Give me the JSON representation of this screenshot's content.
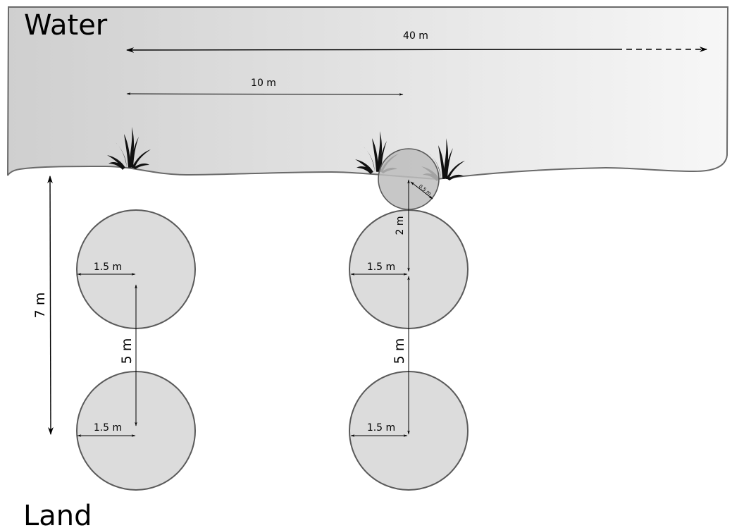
{
  "regions": {
    "water_label": "Water",
    "land_label": "Land"
  },
  "dimensions": {
    "d40": "40 m",
    "d10": "10 m",
    "d7": "7 m",
    "d2": "2 m",
    "d05": "0.5 m",
    "left_top_radius": "1.5 m",
    "left_bottom_radius": "1.5 m",
    "left_spacing": "5 m",
    "right_top_radius": "1.5 m",
    "right_bottom_radius": "1.5 m",
    "right_spacing": "5 m"
  },
  "colors": {
    "water_dark": "#cfcfcf",
    "water_light": "#f7f7f7",
    "shoreline": "#6a6a6a",
    "plot_fill": "#dcdcdc",
    "small_plot_fill": "#bdbdbd",
    "vegetation": "#111111"
  }
}
